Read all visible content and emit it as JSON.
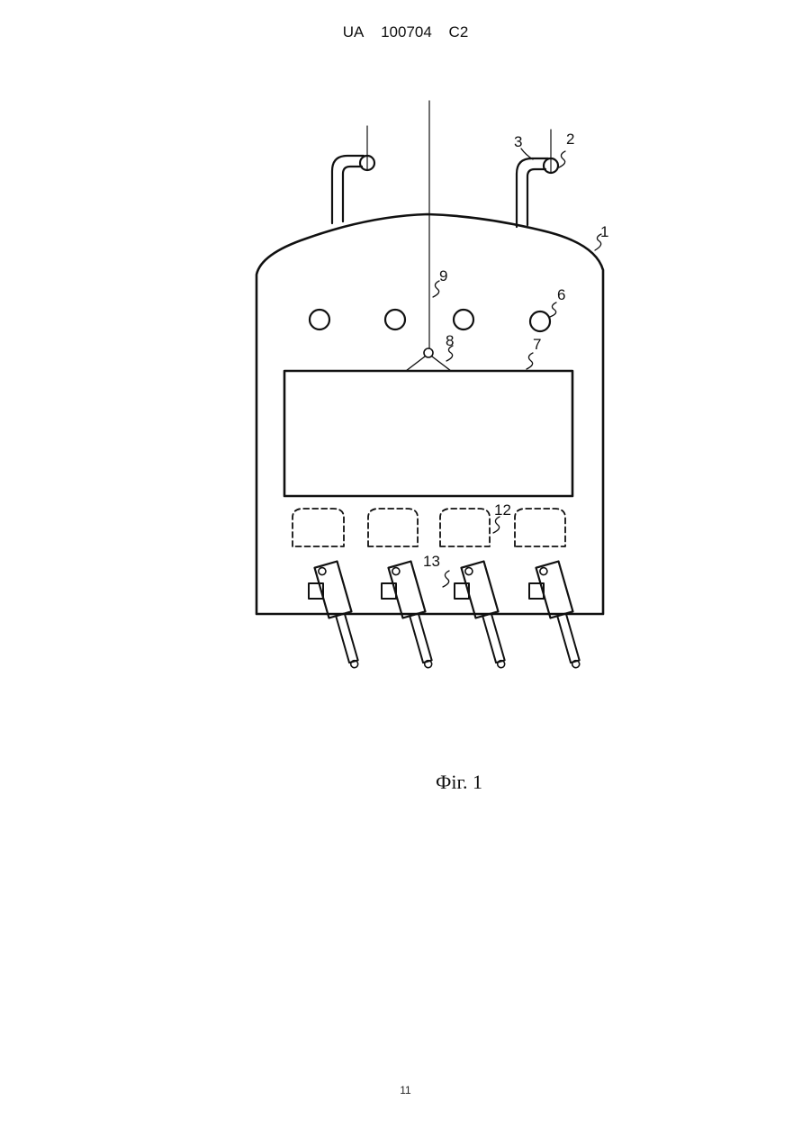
{
  "header": {
    "office": "UA",
    "number": "100704",
    "kind": "C2"
  },
  "figure": {
    "caption": "Фіг. 1",
    "labels": {
      "l1": "1",
      "l2": "2",
      "l3": "3",
      "l6": "6",
      "l7": "7",
      "l8": "8",
      "l9": "9",
      "l12": "12",
      "l13": "13"
    }
  },
  "page_number": "11",
  "colors": {
    "ink": "#111111",
    "paper": "#ffffff"
  }
}
